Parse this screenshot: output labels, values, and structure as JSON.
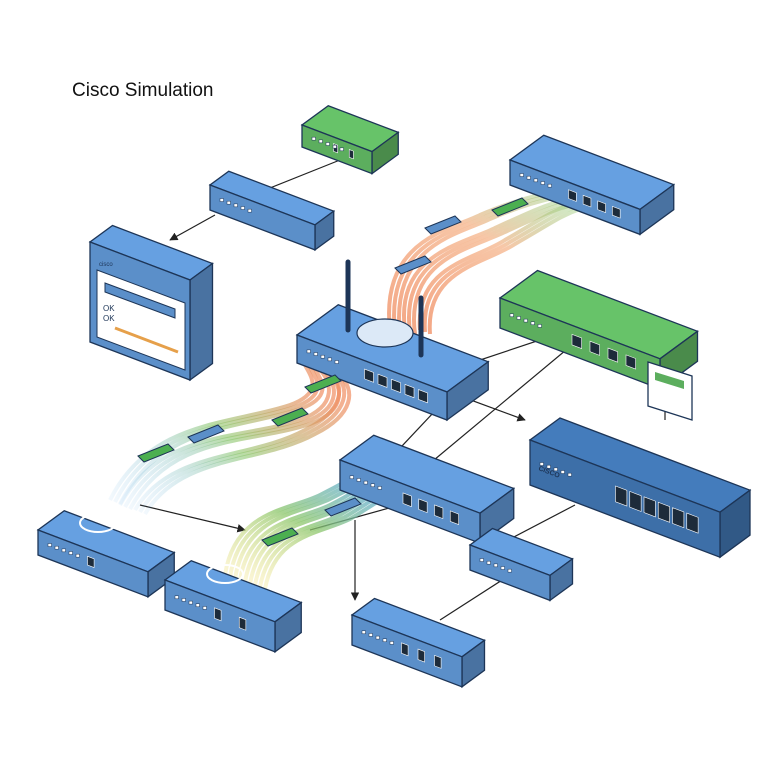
{
  "title": "Cisco Simulation",
  "brand": "CISCO",
  "panel": {
    "brand": "cisco",
    "status_lines": [
      "OK",
      "OK"
    ]
  },
  "colors": {
    "device_blue": "#5b8fc9",
    "device_blue_dark": "#3d6fa8",
    "device_green": "#5cae5e",
    "outline": "#1d3557",
    "stream_orange": "#f08a5d",
    "stream_blue": "#5aa9e6",
    "stream_green": "#8cc66b",
    "packet_green": "#4caf50"
  }
}
